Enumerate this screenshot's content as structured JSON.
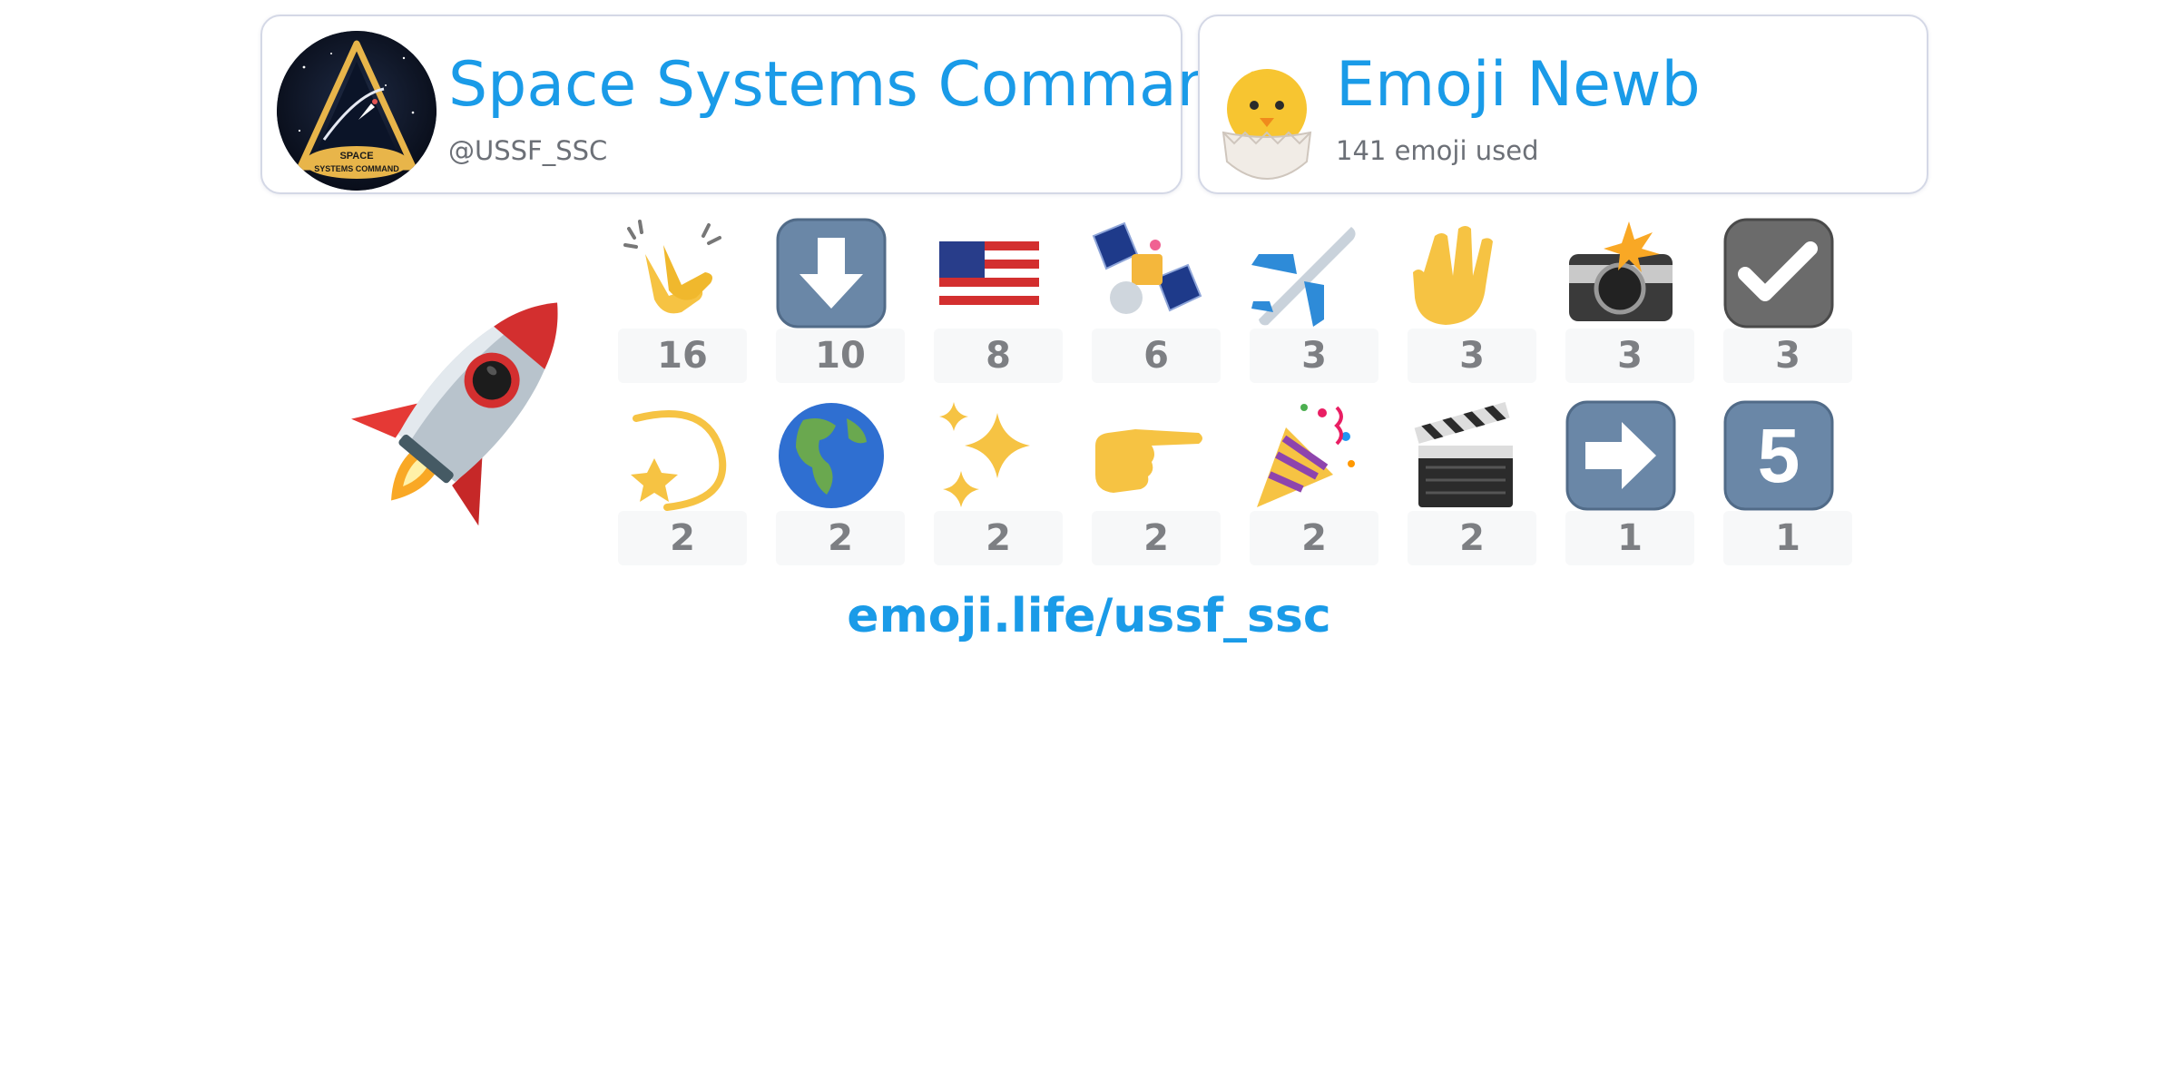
{
  "profile": {
    "name": "Space Systems Command",
    "handle": "@USSF_SSC",
    "avatar_icon": "space-command-logo",
    "avatar_text_top": "SPACE",
    "avatar_text_bottom": "SYSTEMS COMMAND"
  },
  "rank": {
    "title": "Emoji Newb",
    "subtitle": "141 emoji used",
    "icon": "hatching-chick-icon"
  },
  "top_emoji": {
    "icon": "rocket-icon"
  },
  "emoji_counts": [
    {
      "icon": "clapping-hands-icon",
      "count": "16"
    },
    {
      "icon": "down-arrow-icon",
      "count": "10"
    },
    {
      "icon": "us-flag-icon",
      "count": "8"
    },
    {
      "icon": "satellite-icon",
      "count": "6"
    },
    {
      "icon": "airplane-icon",
      "count": "3"
    },
    {
      "icon": "vulcan-salute-icon",
      "count": "3"
    },
    {
      "icon": "camera-flash-icon",
      "count": "3"
    },
    {
      "icon": "check-mark-icon",
      "count": "3"
    },
    {
      "icon": "dizzy-star-icon",
      "count": "2"
    },
    {
      "icon": "globe-americas-icon",
      "count": "2"
    },
    {
      "icon": "sparkles-icon",
      "count": "2"
    },
    {
      "icon": "pointing-right-icon",
      "count": "2"
    },
    {
      "icon": "party-popper-icon",
      "count": "2"
    },
    {
      "icon": "clapper-board-icon",
      "count": "2"
    },
    {
      "icon": "right-arrow-icon",
      "count": "1"
    },
    {
      "icon": "keycap-5-icon",
      "count": "1"
    }
  ],
  "keycap_digit": "5",
  "footer": {
    "link": "emoji.life/ussf_ssc"
  },
  "colors": {
    "accent": "#1a9be8",
    "count_text": "#7d7f83",
    "count_bg": "#f7f8f9",
    "card_border": "#d4d8e6"
  }
}
